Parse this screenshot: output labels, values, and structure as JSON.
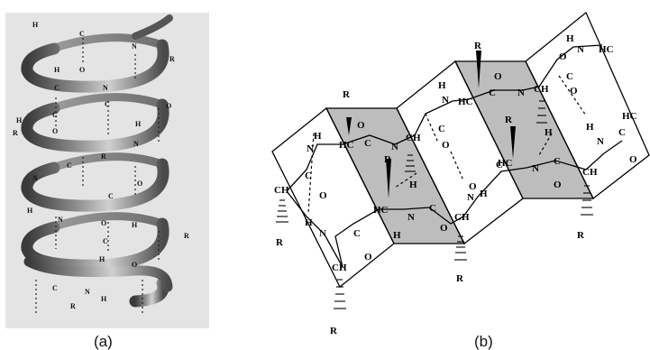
{
  "panels": [
    {
      "caption": "(a)"
    },
    {
      "caption": "(b)"
    }
  ],
  "atoms": {
    "c": "C",
    "n": "N",
    "o": "O",
    "h": "H",
    "r": "R",
    "ch": "CH",
    "hc": "HC",
    "c_eq": "C="
  }
}
